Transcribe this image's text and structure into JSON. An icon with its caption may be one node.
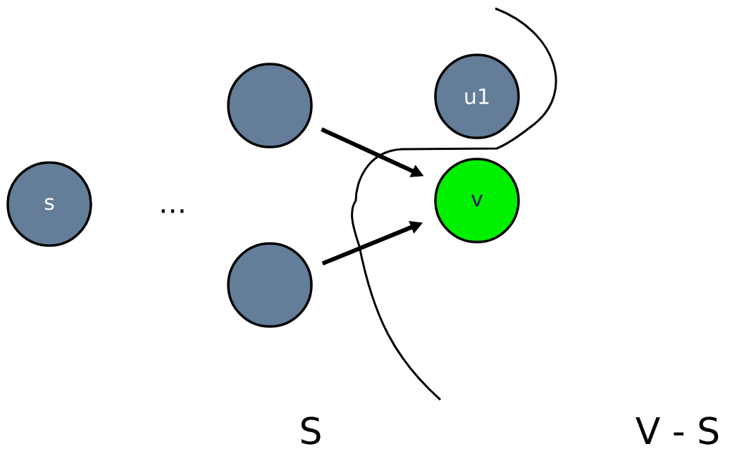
{
  "diagram": {
    "nodes": [
      {
        "text": [
          "s"
        ]
      },
      {
        "text": [],
        "shape": "circle"
      },
      {
        "text": [
          "u1"
        ]
      },
      {
        "text": [],
        "shape": "circle"
      },
      {
        "text": [
          "v"
        ]
      }
    ],
    "edges": [
      {
        "from": 1,
        "to": 4,
        "arrow": "to"
      },
      {
        "from": 3,
        "to": 4,
        "arrow": "to"
      }
    ],
    "labels": [
      "…",
      "S",
      "V - S"
    ]
  }
}
